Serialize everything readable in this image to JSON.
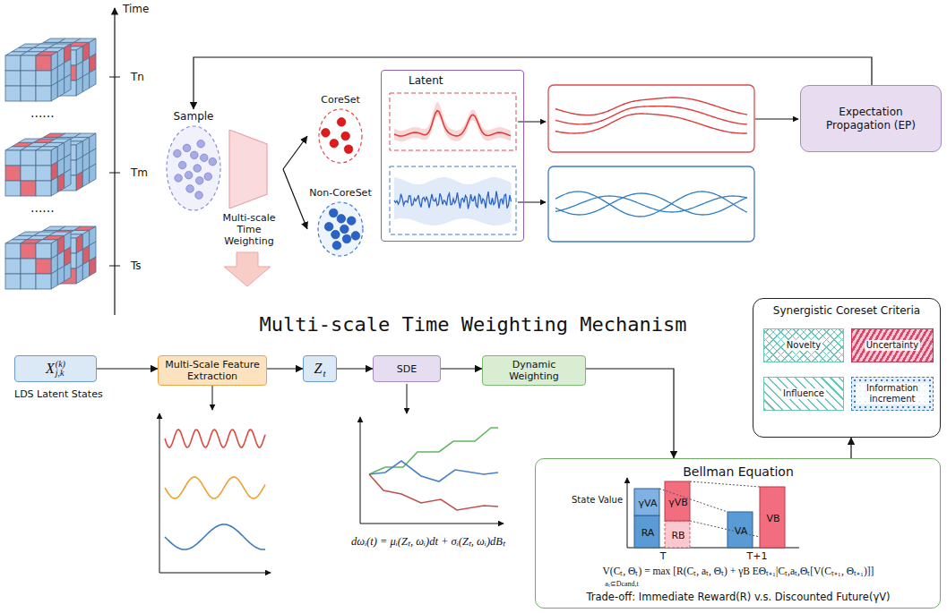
{
  "diagram": {
    "title": "Multi-scale Time Weighting Mechanism",
    "nodes": [
      {
        "text": [
          "Sample"
        ]
      },
      {
        "text": [
          "Multi-scale Time Weighting"
        ]
      },
      {
        "text": [
          "CoreSet"
        ]
      },
      {
        "text": [
          "Non-CoreSet"
        ]
      },
      {
        "text": [
          "Latent"
        ]
      },
      {
        "text": [
          "Expectation Propagation (EP)"
        ]
      },
      {
        "text": [
          "X",
          "(k)",
          "j,k"
        ]
      },
      {
        "text": [
          "Multi-Scale Feature Extraction"
        ]
      },
      {
        "text": [
          "Z",
          "t"
        ]
      },
      {
        "text": [
          "SDE"
        ]
      },
      {
        "text": [
          "Dynamic Weighting"
        ]
      },
      {
        "text": [
          "Synergistic Coreset Criteria"
        ]
      },
      {
        "text": [
          "Novelty"
        ],
        "in": 11
      },
      {
        "text": [
          "Uncertainty"
        ],
        "in": 11
      },
      {
        "text": [
          "Influence"
        ],
        "in": 11
      },
      {
        "text": [
          "Information increment"
        ],
        "in": 11
      },
      {
        "text": [
          "Bellman Equation",
          "State Value",
          "γVA",
          "RA",
          "γVB",
          "RB",
          "VA",
          "VB",
          "T",
          "T+1",
          "V(Cₜ, Θₜ) = max [R(Cₜ, aₜ, Θₜ) + γB EΘₜ₊₁|Cₜ,aₜ,Θₜ[V(Cₜ₊₁, Θₜ₊₁)]]",
          "aₜ⊆Dcand,t",
          "Trade-off: Immediate Reward(R) v.s. Discounted Future(γV)"
        ]
      }
    ],
    "edges": [
      {
        "from": 1,
        "to": 2,
        "arrow": "to"
      },
      {
        "from": 1,
        "to": 3,
        "arrow": "to"
      },
      {
        "from": 5,
        "to": 0,
        "arrow": "to"
      },
      {
        "from": 6,
        "to": 7,
        "arrow": "to"
      },
      {
        "from": 7,
        "to": 8,
        "arrow": "to"
      },
      {
        "from": 8,
        "to": 9,
        "arrow": "to"
      },
      {
        "from": 9,
        "to": 10,
        "arrow": "to"
      },
      {
        "from": 10,
        "to": 16,
        "arrow": "to"
      },
      {
        "from": 16,
        "to": 11,
        "arrow": "to"
      }
    ],
    "labels": [
      "Time",
      "Tn",
      "Tm",
      "Ts",
      "......",
      "......",
      "LDS Latent States",
      "dωᵢ(t) = μᵢ(Zₜ, ωᵢ)dt + σᵢ(Zₜ, ωᵢ)dBₜ"
    ]
  }
}
